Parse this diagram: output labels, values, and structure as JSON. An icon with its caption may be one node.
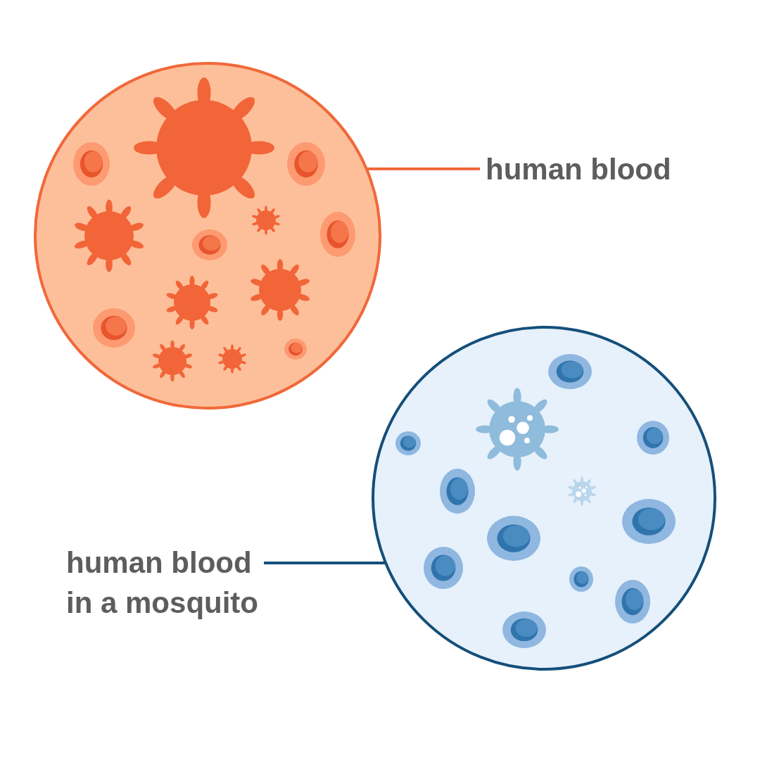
{
  "diagram": {
    "nodes": [
      {
        "text": [
          "human blood"
        ]
      },
      {
        "text": [],
        "shape": "circle"
      },
      {
        "text": [
          "human blood in a mosquito"
        ]
      },
      {
        "text": [],
        "shape": "circle"
      }
    ],
    "edges": [
      {
        "from": 0,
        "to": 1,
        "arrow": "none",
        "color": "#f0683a"
      },
      {
        "from": 2,
        "to": 3,
        "arrow": "none",
        "color": "#154f7a"
      }
    ]
  }
}
